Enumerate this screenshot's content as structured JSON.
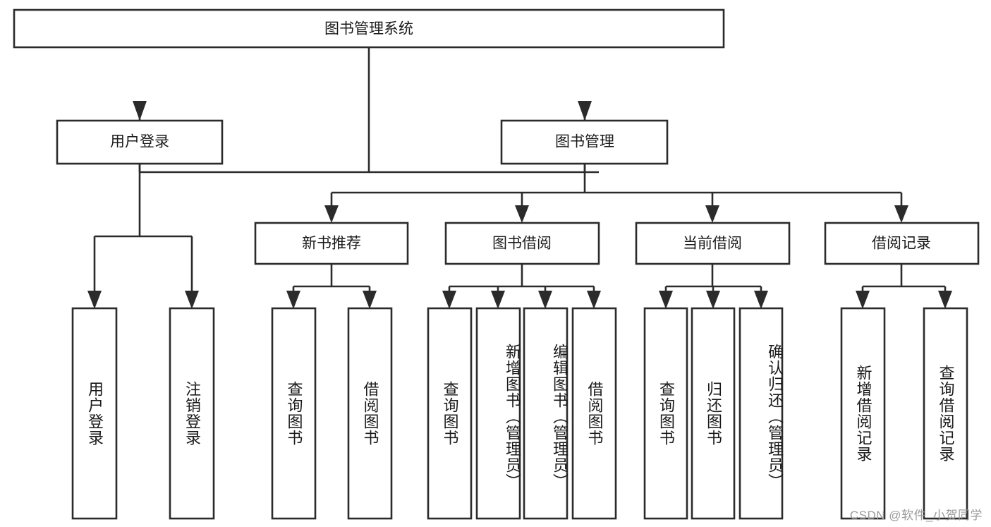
{
  "diagram": {
    "title_node": {
      "label": "图书管理系统"
    },
    "level2": [
      {
        "id": "user-login",
        "label": "用户登录"
      },
      {
        "id": "book-management",
        "label": "图书管理"
      }
    ],
    "level3": [
      {
        "id": "new-book-recommend",
        "label": "新书推荐",
        "parent": "book-management"
      },
      {
        "id": "book-borrow",
        "label": "图书借阅",
        "parent": "book-management"
      },
      {
        "id": "current-borrow",
        "label": "当前借阅",
        "parent": "book-management"
      },
      {
        "id": "borrow-record",
        "label": "借阅记录",
        "parent": "book-management"
      }
    ],
    "leaves": [
      {
        "id": "leaf-user-login",
        "label": "用户登录",
        "parent": "user-login"
      },
      {
        "id": "leaf-logout-login",
        "label": "注销登录",
        "parent": "user-login"
      },
      {
        "id": "leaf-query-book-1",
        "label": "查询图书",
        "parent": "new-book-recommend"
      },
      {
        "id": "leaf-borrow-book-1",
        "label": "借阅图书",
        "parent": "new-book-recommend"
      },
      {
        "id": "leaf-query-book-2",
        "label": "查询图书",
        "parent": "book-borrow"
      },
      {
        "id": "leaf-add-book",
        "label": "新增图书（管理员）",
        "parent": "book-borrow"
      },
      {
        "id": "leaf-edit-book",
        "label": "编辑图书（管理员）",
        "parent": "book-borrow"
      },
      {
        "id": "leaf-borrow-book-2",
        "label": "借阅图书",
        "parent": "book-borrow"
      },
      {
        "id": "leaf-query-book-3",
        "label": "查询图书",
        "parent": "current-borrow"
      },
      {
        "id": "leaf-return-book",
        "label": "归还图书",
        "parent": "current-borrow"
      },
      {
        "id": "leaf-confirm-return",
        "label": "确认归还（管理员）",
        "parent": "current-borrow"
      },
      {
        "id": "leaf-add-record",
        "label": "新增借阅记录",
        "parent": "borrow-record"
      },
      {
        "id": "leaf-query-record",
        "label": "查询借阅记录",
        "parent": "borrow-record"
      }
    ],
    "watermark": "CSDN @软件_小贺同学",
    "colors": {
      "stroke": "#2b2b2b",
      "box_fill": "#ffffff",
      "text": "#1a1a1a",
      "background": "#ffffff",
      "watermark": "#9a9a9a"
    }
  }
}
